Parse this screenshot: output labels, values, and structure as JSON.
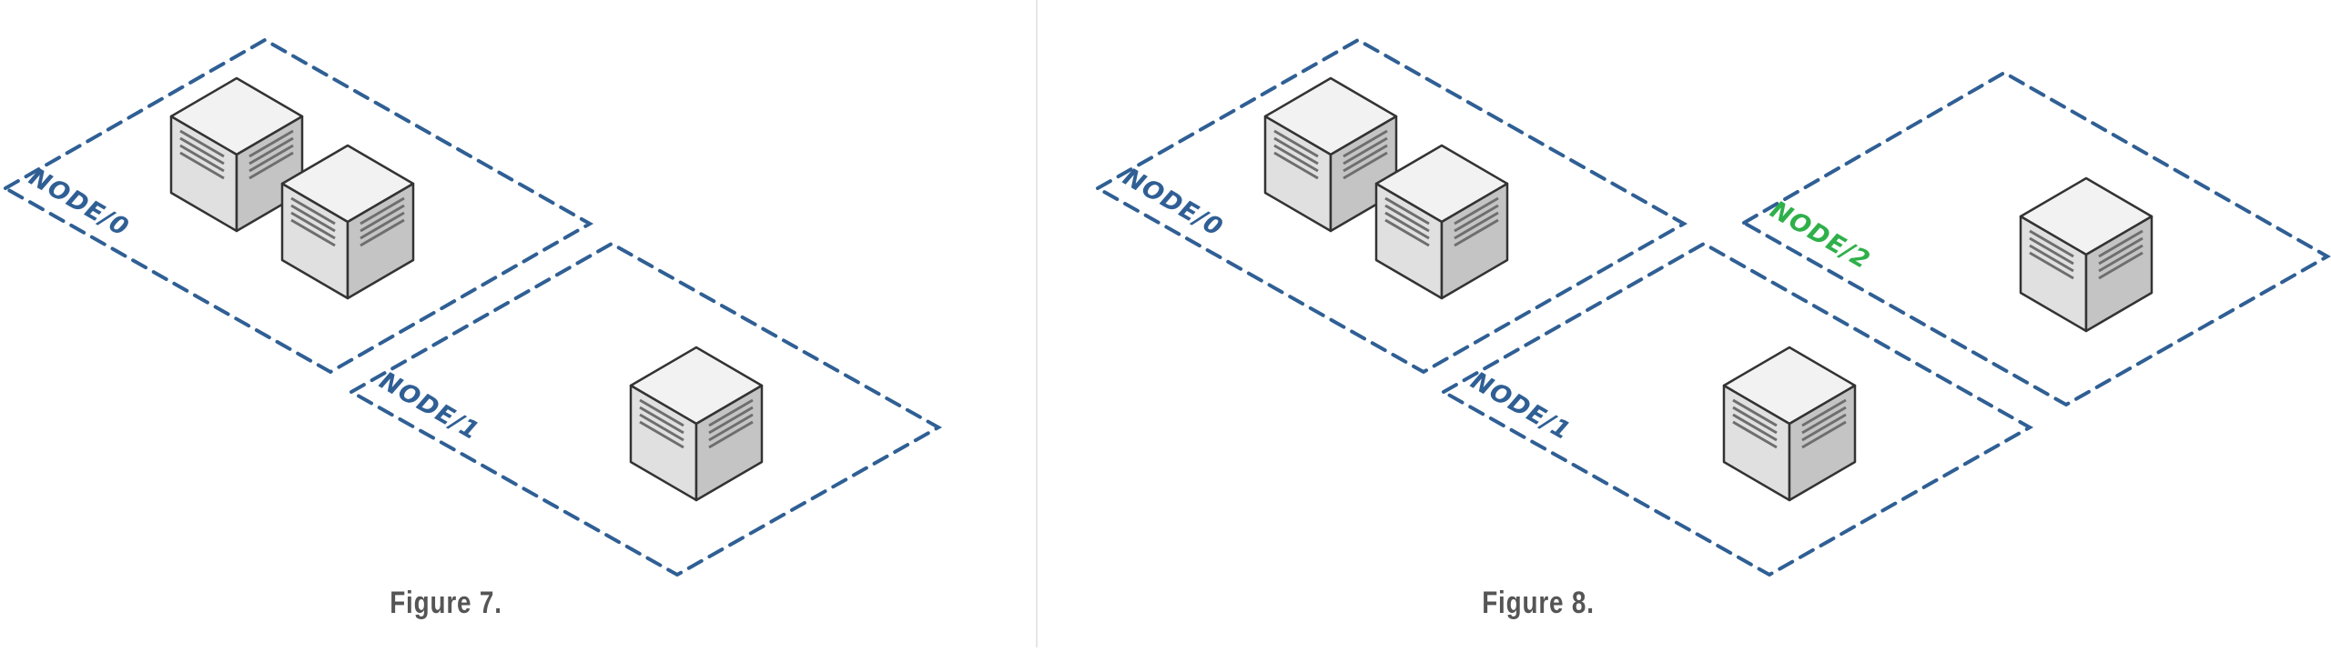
{
  "figures": [
    {
      "caption": "Figure 7.",
      "nodes": [
        {
          "label": "NODE/0",
          "color": "#2f5f94"
        },
        {
          "label": "NODE/1",
          "color": "#2f5f94"
        }
      ]
    },
    {
      "caption": "Figure 8.",
      "nodes": [
        {
          "label": "NODE/0",
          "color": "#2f5f94"
        },
        {
          "label": "NODE/1",
          "color": "#2f5f94"
        },
        {
          "label": "NODE/2",
          "color": "#2fb04a"
        }
      ]
    }
  ],
  "colors": {
    "zone_border": "#2f5f94",
    "highlight": "#2fb04a",
    "caption": "#555555",
    "server_top": "#f2f2f2",
    "server_left": "#e0e0e0",
    "server_right": "#c4c4c4",
    "server_outline": "#333333"
  },
  "icons": [
    "server-icon"
  ]
}
